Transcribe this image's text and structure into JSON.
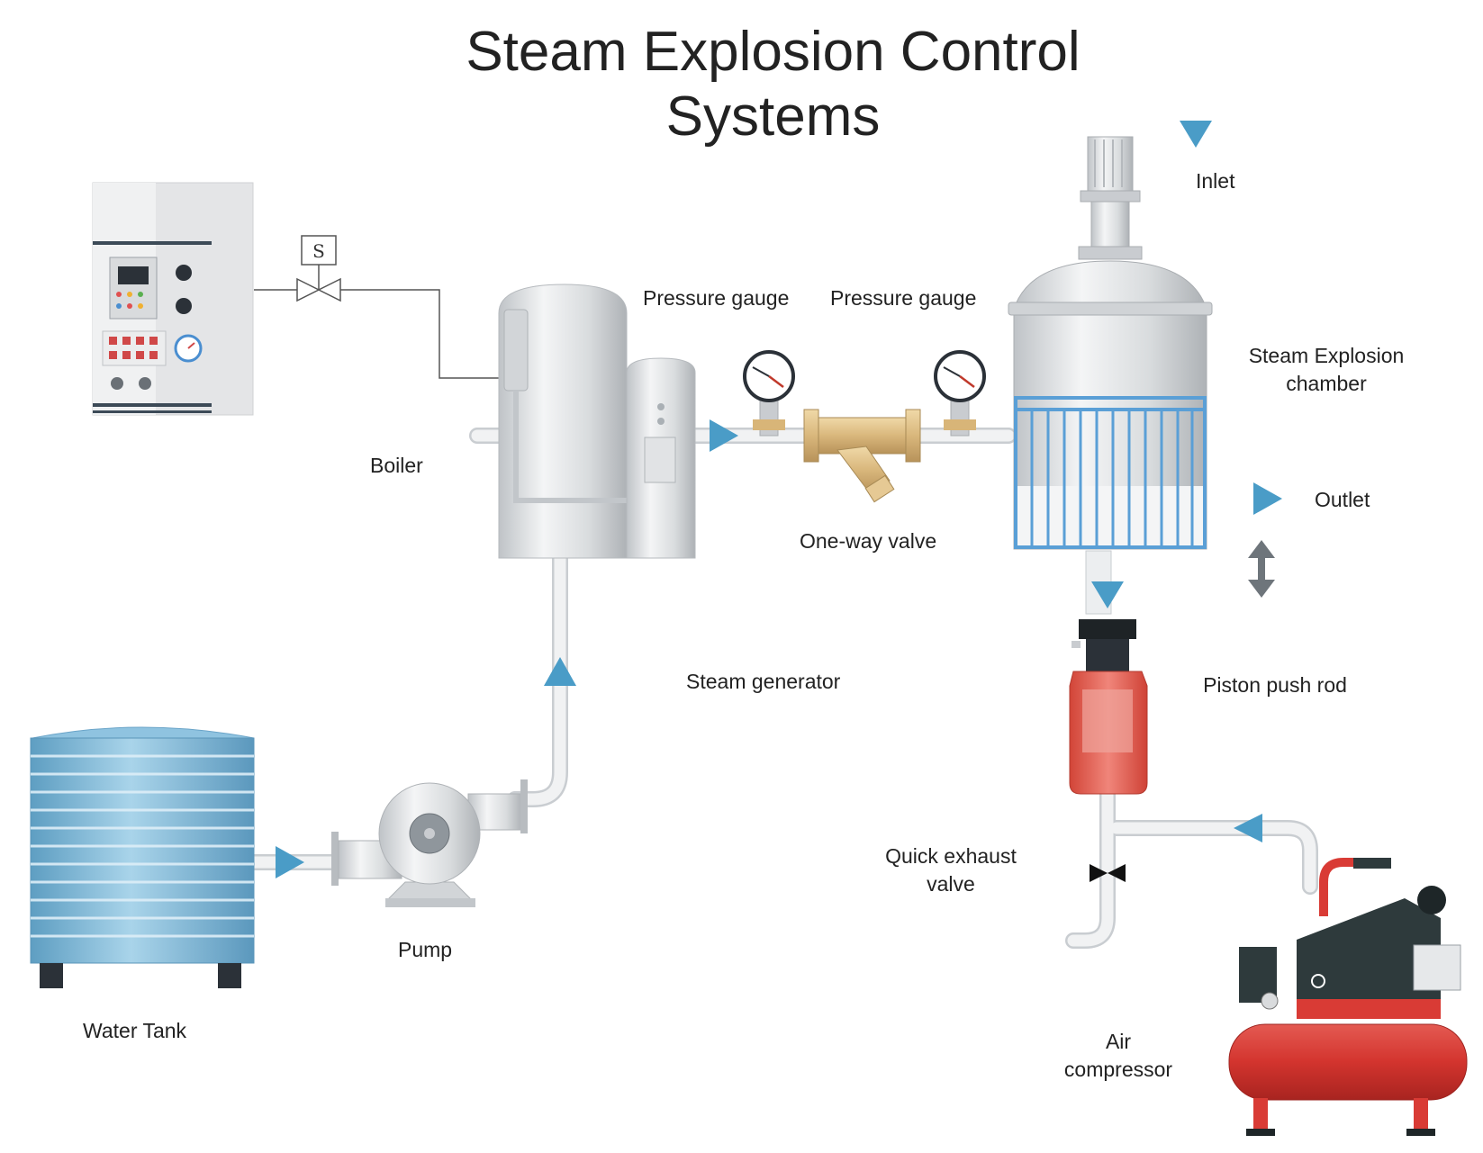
{
  "title": "Steam Explosion Control Systems",
  "control_panel": {
    "solenoid_letter": "S"
  },
  "labels": {
    "pressure_gauge_1": "Pressure gauge",
    "pressure_gauge_2": "Pressure gauge",
    "inlet": "Inlet",
    "steam_explosion_chamber": "Steam Explosion chamber",
    "boiler": "Boiler",
    "one_way_valve": "One-way valve",
    "outlet": "Outlet",
    "steam_generator": "Steam generator",
    "piston_push_rod": "Piston push rod",
    "quick_exhaust_valve": "Quick exhaust valve",
    "pump": "Pump",
    "water_tank": "Water Tank",
    "air_compressor": "Air compressor"
  },
  "colors": {
    "flow_arrow": "#4a9cc7",
    "pipe": "#eceef0",
    "pipe_edge": "#c9cdd1",
    "tank_blue": "#7fb9d8",
    "chamber_frame": "#5a9fd6",
    "piston_red": "#e2584a",
    "compressor_red": "#d93b35",
    "compressor_dark": "#2e3a3c",
    "valve_brass": "#d9b77c"
  }
}
